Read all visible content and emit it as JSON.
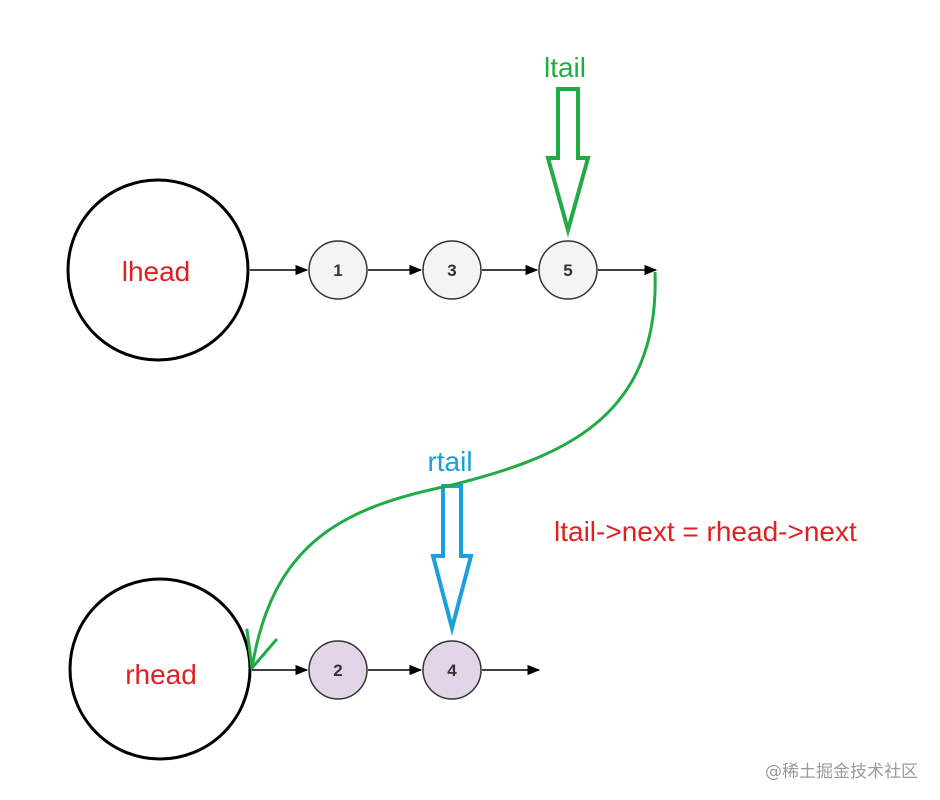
{
  "colors": {
    "head_label": "#e02020",
    "ltail": "#22aa44",
    "rtail": "#1aa0dc",
    "formula": "#e02020",
    "left_node_fill": "#f4f4f4",
    "right_node_fill": "#e1d5e7",
    "outline": "#000000",
    "arrow": "#000000",
    "watermark": "#9a9a9a"
  },
  "diagram": {
    "lhead_label": "lhead",
    "rhead_label": "rhead",
    "ltail_label": "ltail",
    "rtail_label": "rtail",
    "formula": "ltail->next = rhead->next",
    "left_list": [
      "1",
      "3",
      "5"
    ],
    "right_list": [
      "2",
      "4"
    ]
  },
  "watermark": "@稀土掘金技术社区"
}
